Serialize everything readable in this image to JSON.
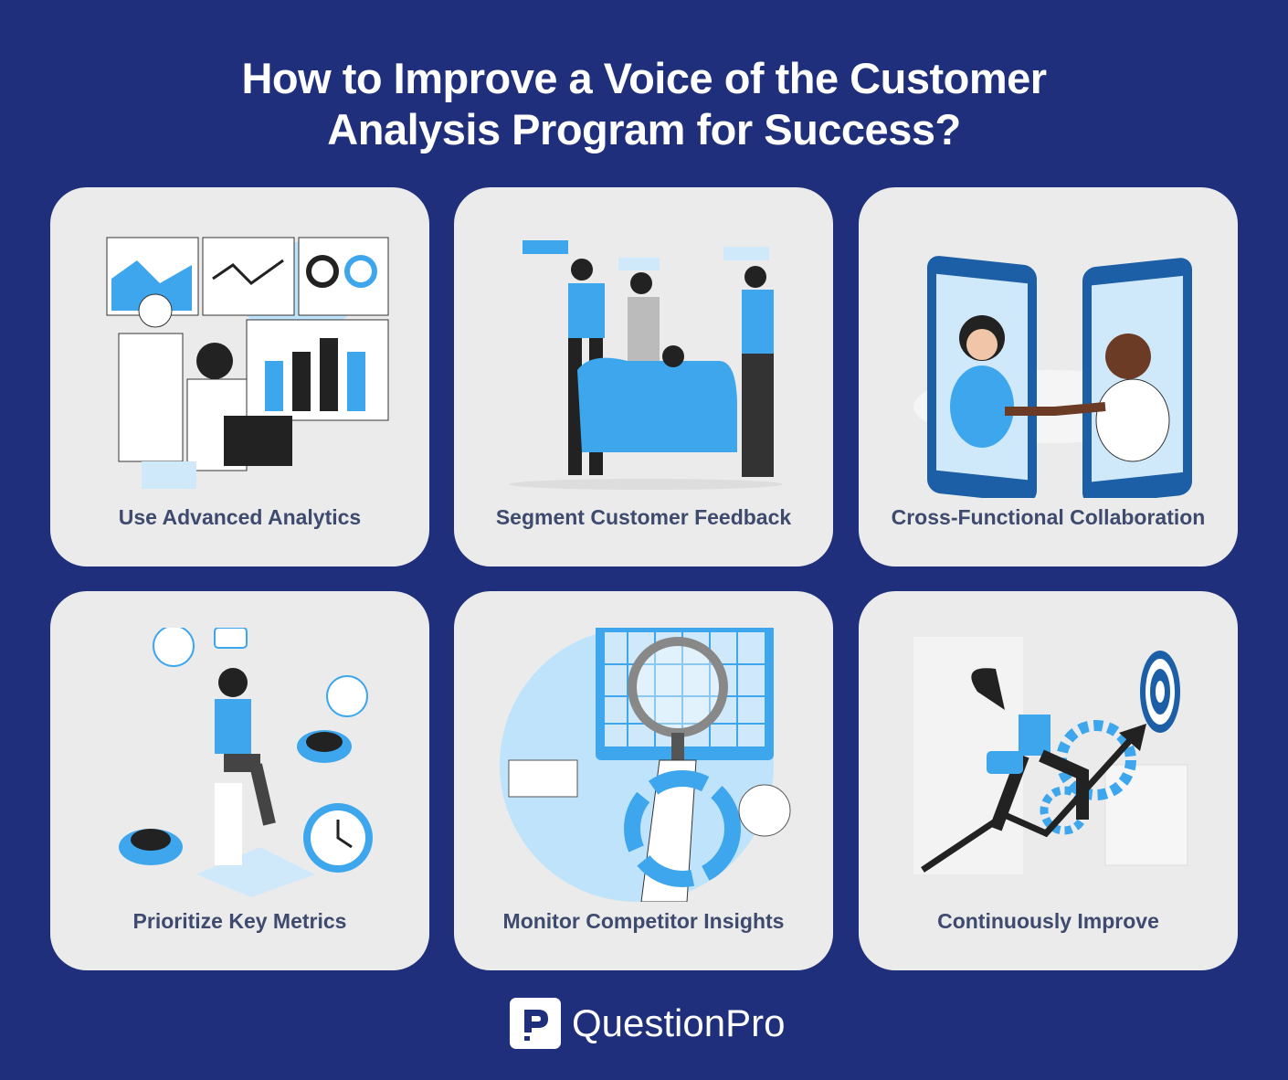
{
  "title": {
    "line1": "How to Improve a Voice of the Customer",
    "line2": "Analysis Program for Success?"
  },
  "cards": [
    {
      "label": "Use Advanced Analytics",
      "icon": "analytics-dashboard-illustration"
    },
    {
      "label": "Segment Customer Feedback",
      "icon": "customer-ratings-illustration"
    },
    {
      "label": "Cross-Functional Collaboration",
      "icon": "phone-handshake-illustration"
    },
    {
      "label": "Prioritize Key Metrics",
      "icon": "metrics-illustration"
    },
    {
      "label": "Monitor Competitor Insights",
      "icon": "magnifier-chart-illustration"
    },
    {
      "label": "Continuously Improve",
      "icon": "target-growth-illustration"
    }
  ],
  "logo": {
    "text": "QuestionPro"
  },
  "colors": {
    "background": "#1f2f7c",
    "card": "#ebebeb",
    "accent": "#3ea6ec",
    "label": "#3e4a6e"
  }
}
